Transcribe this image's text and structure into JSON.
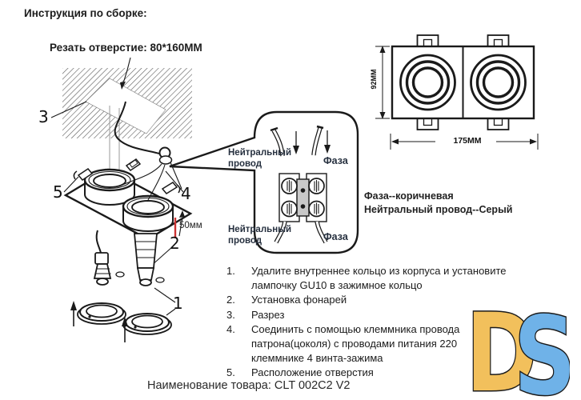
{
  "header": {
    "title": "Инструкция по сборке:"
  },
  "cut_note": {
    "text": "Резать отверстие:  80*160ММ"
  },
  "part_labels": {
    "p1": "1",
    "p2": "2",
    "p3": "3",
    "p4": "4",
    "p5": "5"
  },
  "depth_note": {
    "text": "50мм"
  },
  "wiring": {
    "neutral_top": {
      "line1": "Нейтральный",
      "line2": "провод"
    },
    "phase_top": "Фаза",
    "neutral_bottom": {
      "line1": "Нейтральный",
      "line2": "провод"
    },
    "phase_bottom": "Фаза",
    "legend": {
      "line1": "Фаза--коричневая",
      "line2": "Нейтральный провод--Серый"
    }
  },
  "dimensions": {
    "height": "92ММ",
    "width": "175ММ"
  },
  "instructions": {
    "items": [
      {
        "num": "1.",
        "lines": [
          "Удалите внутреннее кольцо из корпуса и установите",
          "лампочку GU10 в зажимное кольцо"
        ]
      },
      {
        "num": "2.",
        "lines": [
          "Установка фонарей"
        ]
      },
      {
        "num": "3.",
        "lines": [
          "Разрез"
        ]
      },
      {
        "num": "4.",
        "lines": [
          "Соединить с помощью клеммника провода",
          "патрона(цоколя) с проводами питания 220",
          "клеммнике 4 винта-зажима"
        ]
      },
      {
        "num": "5.",
        "lines": [
          "Расположение отверстия"
        ]
      }
    ]
  },
  "footer": {
    "product_name": "Наименование товара: CLT 002C2 V2"
  },
  "logo": {
    "letter_d": "D",
    "letter_s": "S",
    "d_color": "#F2C05C",
    "s_color": "#6FB2E8"
  },
  "colors": {
    "line": "#1a1a1a",
    "depth_line": "#cc3333"
  }
}
